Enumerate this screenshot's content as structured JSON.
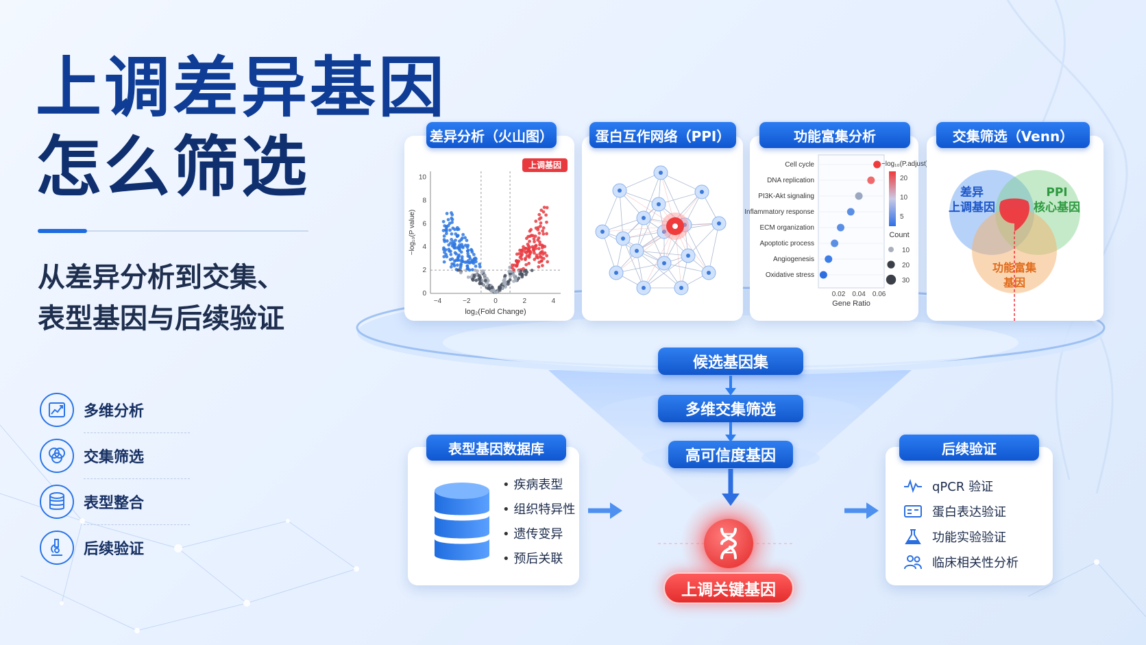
{
  "title": {
    "line1": "上调差异基因",
    "line2": "怎么筛选"
  },
  "subtitle": {
    "line1": "从差异分析到交集、",
    "line2": "表型基因与后续验证"
  },
  "features": [
    {
      "label": "多维分析",
      "icon": "chart-trend-icon"
    },
    {
      "label": "交集筛选",
      "icon": "venn-icon"
    },
    {
      "label": "表型整合",
      "icon": "database-icon"
    },
    {
      "label": "后续验证",
      "icon": "microscope-icon"
    }
  ],
  "cards": {
    "volcano": {
      "title": "差异分析（火山图）",
      "tag": "上调基因",
      "xlabel": "log₂(Fold Change)",
      "ylabel": "−log₁₀(P value)"
    },
    "ppi": {
      "title": "蛋白互作网络（PPI）"
    },
    "enrich": {
      "title": "功能富集分析",
      "xlabel": "Gene Ratio",
      "legend_color_title": "−log₁₀(P.adjust)",
      "legend_size_title": "Count"
    },
    "venn": {
      "title": "交集筛选（Venn）",
      "set1": "差异\n上调基因",
      "set1_a": "差异",
      "set1_b": "上调基因",
      "set2_a": "PPI",
      "set2_b": "核心基因",
      "set3_a": "功能富集",
      "set3_b": "基因"
    }
  },
  "flow": {
    "step1": "候选基因集",
    "step2": "多维交集筛选",
    "step3": "高可信度基因",
    "final": "上调关键基因"
  },
  "phenotype_db": {
    "title": "表型基因数据库",
    "items": [
      "疾病表型",
      "组织特异性",
      "遗传变异",
      "预后关联"
    ]
  },
  "followup": {
    "title": "后续验证",
    "items": [
      {
        "label": "qPCR 验证",
        "icon": "pulse-icon"
      },
      {
        "label": "蛋白表达验证",
        "icon": "blot-icon"
      },
      {
        "label": "功能实验验证",
        "icon": "flask-icon"
      },
      {
        "label": "临床相关性分析",
        "icon": "people-icon"
      }
    ]
  },
  "chart_data": [
    {
      "type": "scatter",
      "title": "差异分析（火山图）",
      "xlabel": "log₂(Fold Change)",
      "ylabel": "−log₁₀(P value)",
      "xlim": [
        -4.5,
        4.5
      ],
      "ylim": [
        0,
        10.5
      ],
      "x_ticks": [
        -4,
        -2,
        0,
        2,
        4
      ],
      "y_ticks": [
        0,
        2,
        4,
        6,
        8,
        10
      ],
      "colors": {
        "up": "#e8393f",
        "down": "#2f78e0",
        "ns": "#5a6270"
      },
      "annotation": "上调基因"
    },
    {
      "type": "scatter",
      "title": "功能富集分析",
      "xlabel": "Gene Ratio",
      "categories": [
        "Cell cycle",
        "DNA replication",
        "PI3K-Akt signaling",
        "Inflammatory response",
        "ECM organization",
        "Apoptotic process",
        "Angiogenesis",
        "Oxidative stress"
      ],
      "x": [
        0.058,
        0.052,
        0.04,
        0.032,
        0.022,
        0.016,
        0.01,
        0.005
      ],
      "x_ticks": [
        "0.02",
        "0.04",
        "0.06"
      ],
      "xlim": [
        0,
        0.065
      ],
      "color_scale_ticks": [
        20,
        10,
        5
      ],
      "size_legend": [
        10,
        20,
        30
      ],
      "colors": [
        "#ef3b3b",
        "#ef6a6a",
        "#9aa8c0",
        "#5b8fe6",
        "#5b8fe6",
        "#5b8fe6",
        "#3c7de8",
        "#2d6fe0"
      ]
    }
  ]
}
